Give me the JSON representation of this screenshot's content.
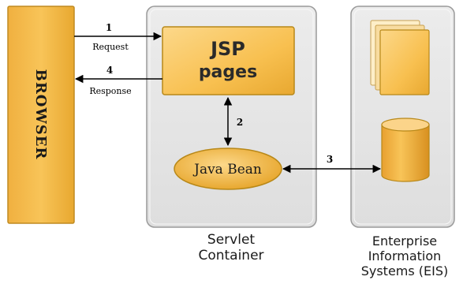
{
  "browser": {
    "label": "BROWSER"
  },
  "servlet_container": {
    "caption_line1": "Servlet",
    "caption_line2": "Container",
    "jsp_line1": "JSP",
    "jsp_line2": "pages",
    "bean_label": "Java Bean"
  },
  "eis": {
    "caption_line1": "Enterprise",
    "caption_line2": "Information",
    "caption_line3": "Systems (EIS)"
  },
  "arrows": {
    "step1_number": "1",
    "step1_label": "Request",
    "step2_number": "2",
    "step3_number": "3",
    "step4_number": "4",
    "step4_label": "Response"
  },
  "colors": {
    "box_fill": "#f8c050",
    "box_stroke": "#b88818",
    "container_fill": "#e6e6e6",
    "container_stroke": "#9a9a9a"
  }
}
